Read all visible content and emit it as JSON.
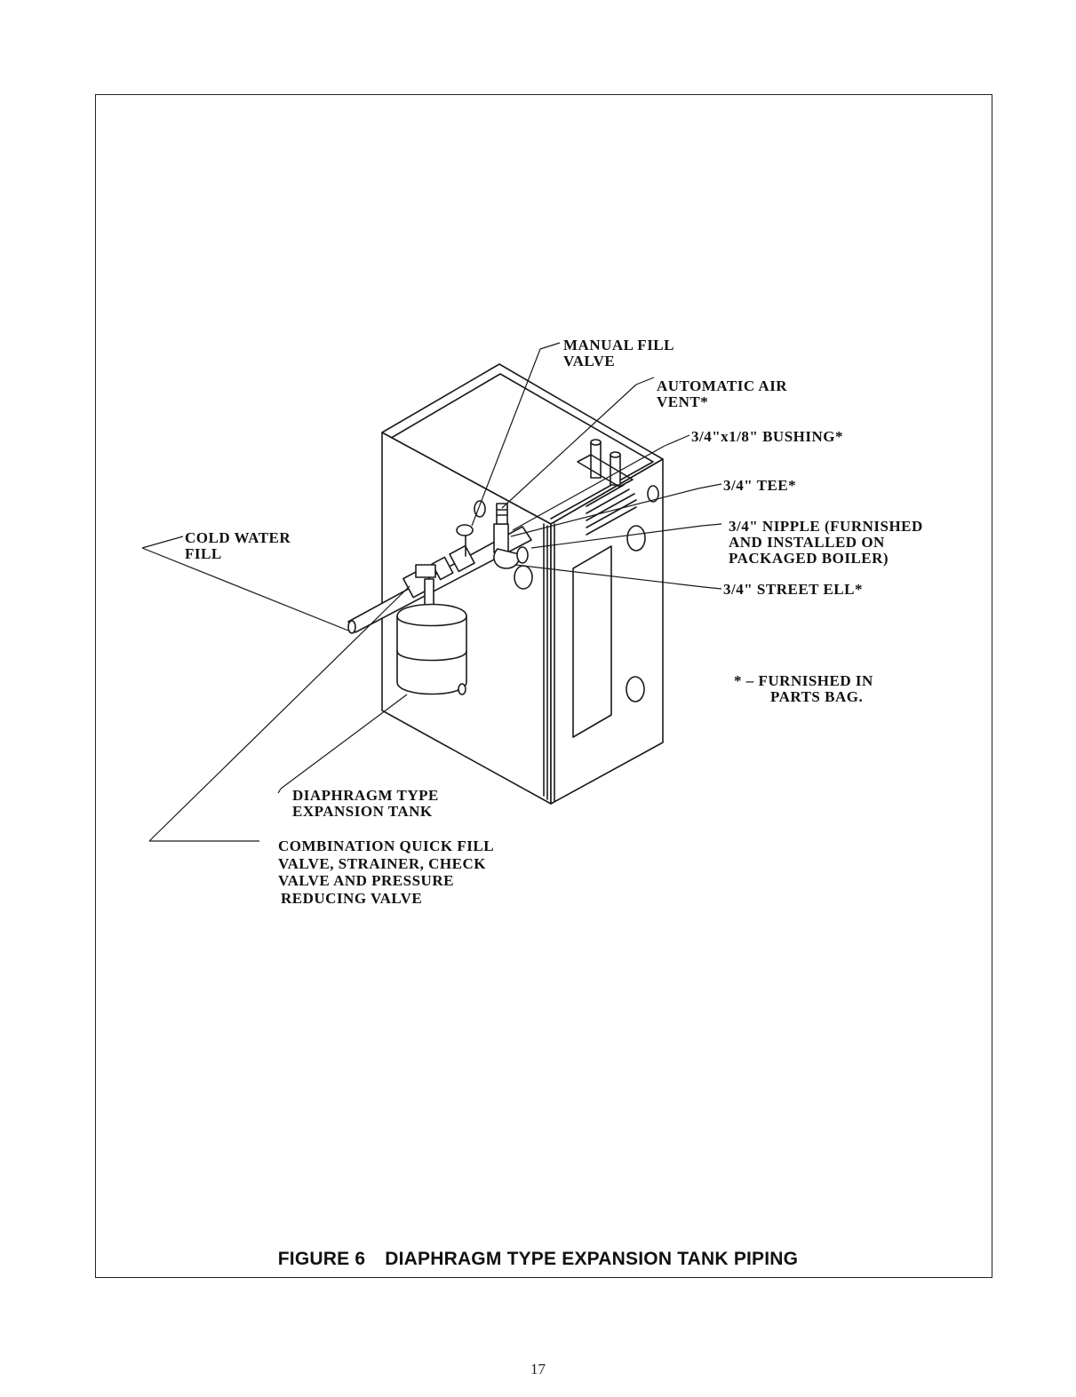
{
  "labels": {
    "manual_fill_valve": [
      "MANUAL  FILL",
      "VALVE"
    ],
    "automatic_air_vent": [
      "AUTOMATIC  AIR",
      "VENT*"
    ],
    "bushing": "3/4\"x1/8\"  BUSHING*",
    "tee": "3/4\"  TEE*",
    "nipple": [
      "3/4\"  NIPPLE  (FURNISHED",
      "AND  INSTALLED  ON",
      "PACKAGED  BOILER)"
    ],
    "street_ell": "3/4\"  STREET  ELL*",
    "cold_water_fill": [
      "COLD  WATER",
      "FILL"
    ],
    "furnished_note": [
      "*  –  FURNISHED  IN",
      "PARTS  BAG."
    ],
    "expansion_tank": [
      "DIAPHRAGM  TYPE",
      "EXPANSION  TANK"
    ],
    "combination_valve": [
      "COMBINATION  QUICK  FILL",
      "VALVE,  STRAINER,  CHECK",
      "VALVE  AND  PRESSURE",
      "REDUCING  VALVE"
    ]
  },
  "caption": {
    "figure": "FIGURE 6",
    "title": "DIAPHRAGM TYPE EXPANSION TANK PIPING"
  },
  "page_number": "17"
}
